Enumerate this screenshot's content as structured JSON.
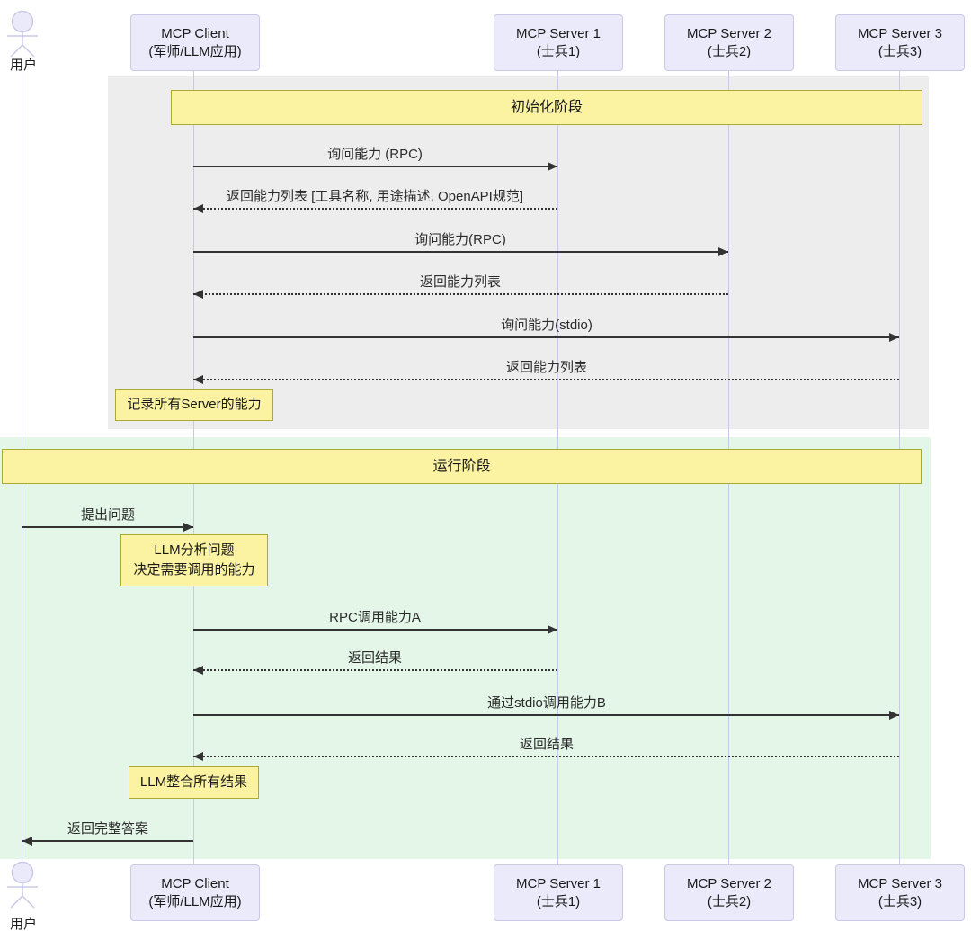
{
  "colors": {
    "participant_fill": "#eaeafa",
    "participant_border": "#c9c9e6",
    "note_fill": "#fbf3a2",
    "note_border": "#aaaa33",
    "phase_init_bg": "#ededed",
    "phase_run_bg": "#e3f6e8",
    "lifeline": "#c9c9e6",
    "arrow": "#333333"
  },
  "actors": {
    "user_label": "用户",
    "participants": [
      {
        "line1": "MCP Client",
        "line2": "(军师/LLM应用)"
      },
      {
        "line1": "MCP Server 1",
        "line2": "(士兵1)"
      },
      {
        "line1": "MCP Server 2",
        "line2": "(士兵2)"
      },
      {
        "line1": "MCP Server 3",
        "line2": "(士兵3)"
      }
    ]
  },
  "phases": [
    {
      "label": "初始化阶段"
    },
    {
      "label": "运行阶段"
    }
  ],
  "messages": [
    {
      "label": "询问能力 (RPC)",
      "from": "MCP Client",
      "to": "MCP Server 1",
      "line": "solid"
    },
    {
      "label": "返回能力列表 [工具名称, 用途描述, OpenAPI规范]",
      "from": "MCP Server 1",
      "to": "MCP Client",
      "line": "dotted"
    },
    {
      "label": "询问能力(RPC)",
      "from": "MCP Client",
      "to": "MCP Server 2",
      "line": "solid"
    },
    {
      "label": "返回能力列表",
      "from": "MCP Server 2",
      "to": "MCP Client",
      "line": "dotted"
    },
    {
      "label": "询问能力(stdio)",
      "from": "MCP Client",
      "to": "MCP Server 3",
      "line": "solid"
    },
    {
      "label": "返回能力列表",
      "from": "MCP Server 3",
      "to": "MCP Client",
      "line": "dotted"
    },
    {
      "label": "提出问题",
      "from": "用户",
      "to": "MCP Client",
      "line": "solid"
    },
    {
      "label": "RPC调用能力A",
      "from": "MCP Client",
      "to": "MCP Server 1",
      "line": "solid"
    },
    {
      "label": "返回结果",
      "from": "MCP Server 1",
      "to": "MCP Client",
      "line": "dotted"
    },
    {
      "label": "通过stdio调用能力B",
      "from": "MCP Client",
      "to": "MCP Server 3",
      "line": "solid"
    },
    {
      "label": "返回结果",
      "from": "MCP Server 3",
      "to": "MCP Client",
      "line": "dotted"
    },
    {
      "label": "返回完整答案",
      "from": "MCP Client",
      "to": "用户",
      "line": "solid"
    }
  ],
  "notes": [
    {
      "label": "记录所有Server的能力"
    },
    {
      "line1": "LLM分析问题",
      "line2": "决定需要调用的能力"
    },
    {
      "label": "LLM整合所有结果"
    }
  ]
}
